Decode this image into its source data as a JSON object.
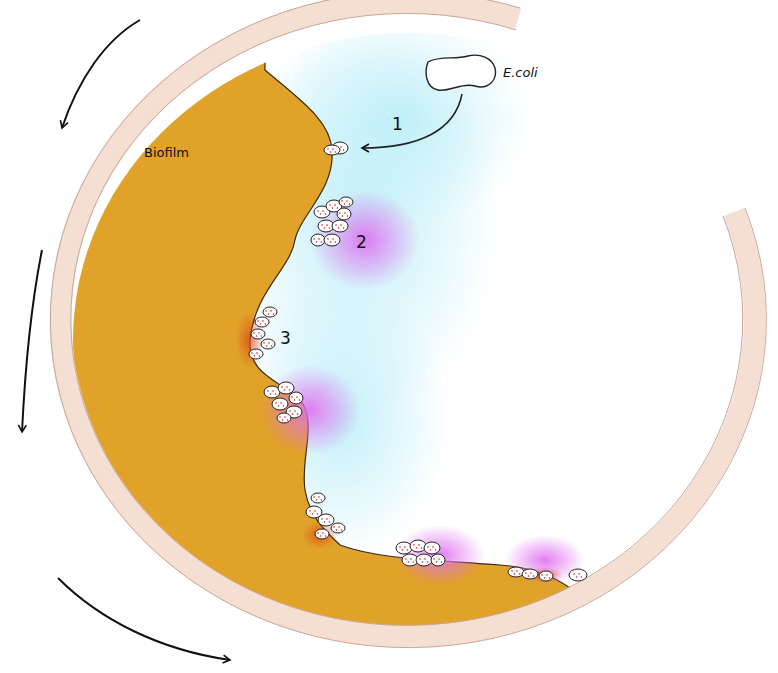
{
  "diagram": {
    "labels": [
      "E.coli",
      "1",
      "Biofilm",
      "2",
      "3"
    ]
  }
}
